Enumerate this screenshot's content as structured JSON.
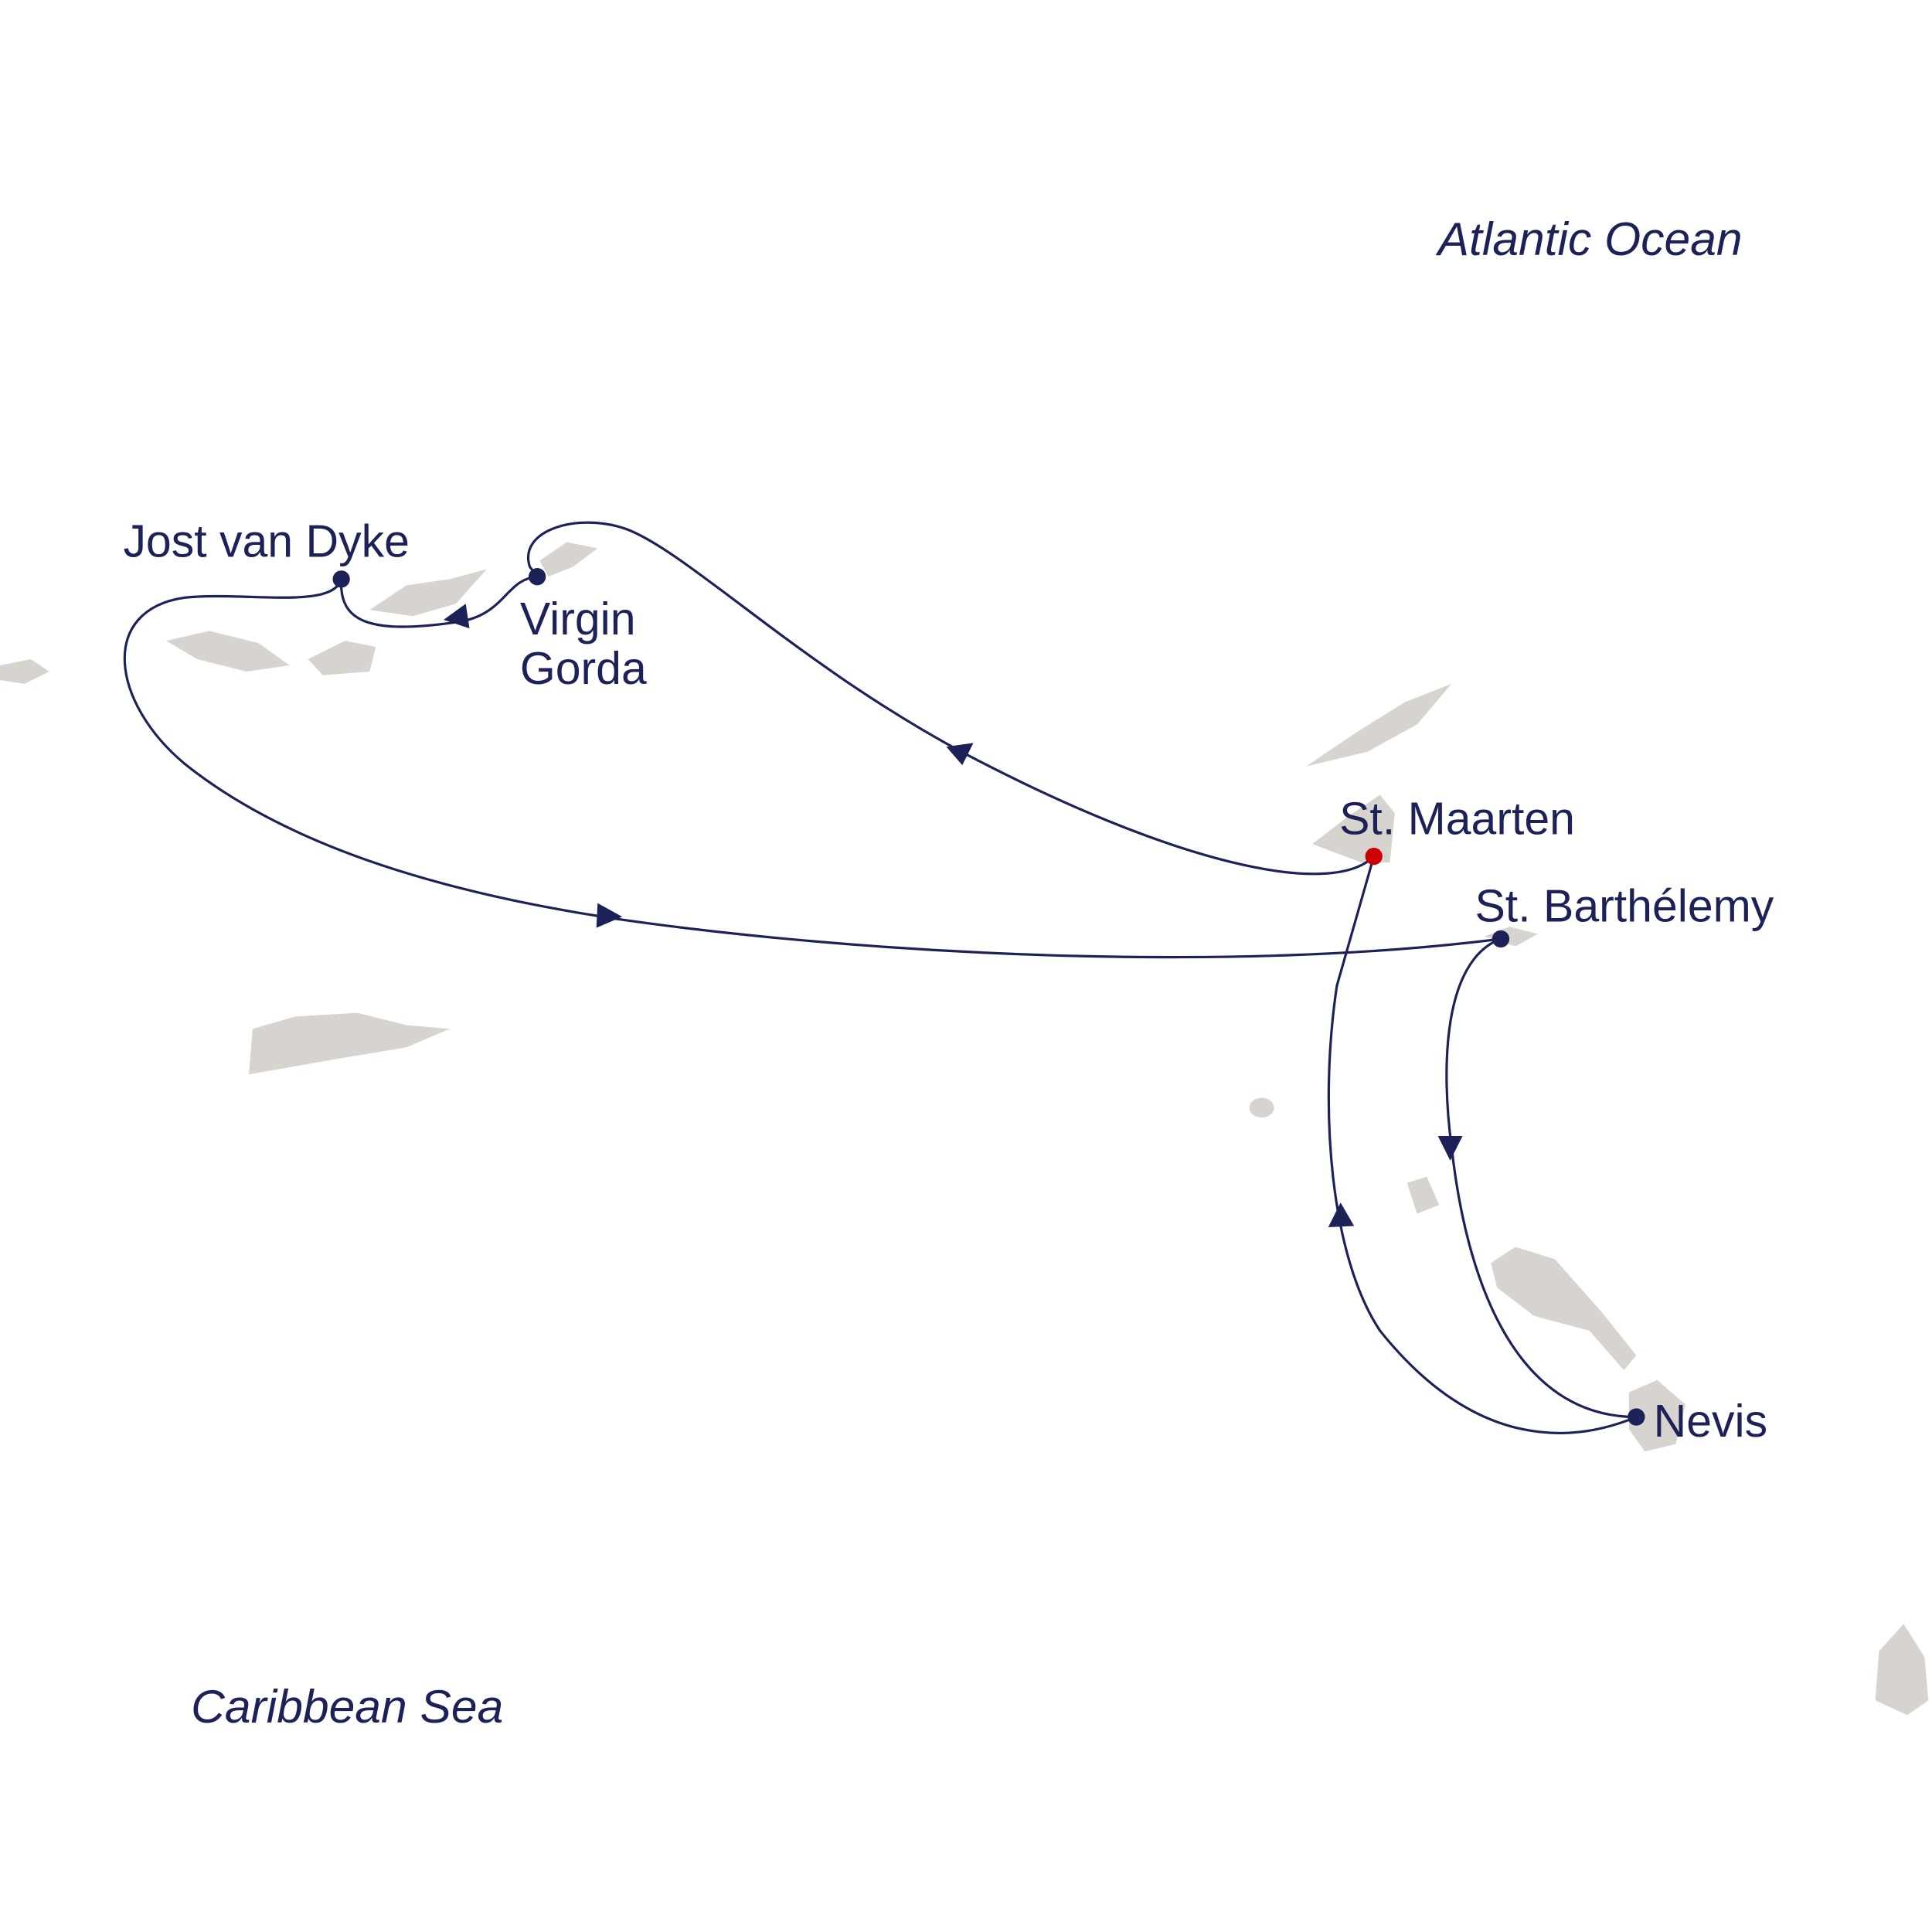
{
  "colors": {
    "route": "#1c2257",
    "port": "#1c2257",
    "start_port": "#cc0000",
    "land": "#d7d3cf"
  },
  "seas": {
    "atlantic": "Atlantic Ocean",
    "caribbean": "Caribbean Sea"
  },
  "ports": {
    "jost_van_dyke": "Jost van Dyke",
    "virgin_gorda_line1": "Virgin",
    "virgin_gorda_line2": "Gorda",
    "st_maarten": "St. Maarten",
    "st_barthelemy": "St. Barthélemy",
    "nevis": "Nevis"
  }
}
